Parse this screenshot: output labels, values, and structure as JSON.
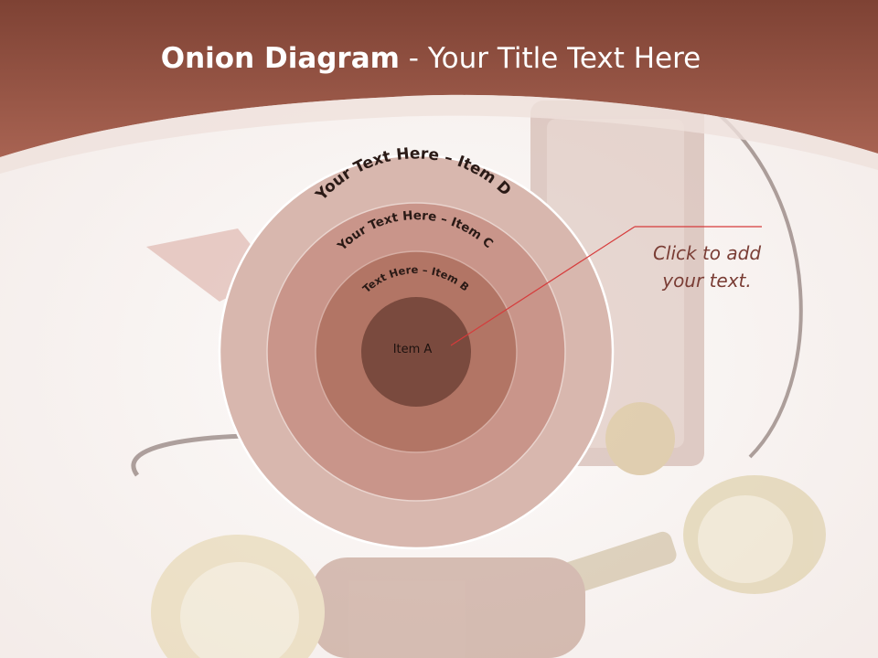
{
  "title": {
    "bold": "Onion Diagram",
    "rest": " - Your Title Text Here"
  },
  "diagram": {
    "rings": [
      {
        "id": "d",
        "label": "Your Text Here – Item D",
        "fill": "#d8b7ae"
      },
      {
        "id": "c",
        "label": "Your Text Here – Item C",
        "fill": "#c9958a"
      },
      {
        "id": "b",
        "label": "Text Here – Item B",
        "fill": "#b27565"
      },
      {
        "id": "a",
        "label": "Item A",
        "fill": "#7a4a3e"
      }
    ]
  },
  "callout": {
    "text": "Click  to add your text.",
    "line_color": "#d63b3b"
  },
  "colors": {
    "header": "#9a5446",
    "header_light": "#b06d5e",
    "label_dark": "#2a1a16"
  }
}
